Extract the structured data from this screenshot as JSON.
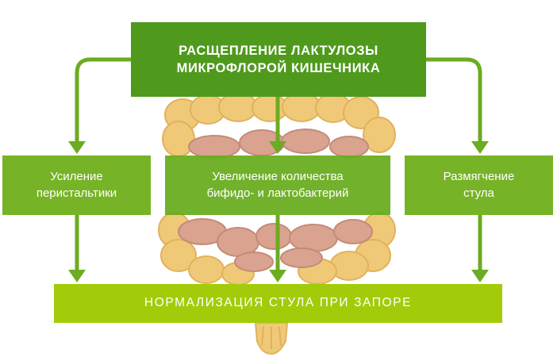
{
  "diagram": {
    "top_box": "РАСЩЕПЛЕНИЕ ЛАКТУЛОЗЫ\nМИКРОФЛОРОЙ КИШЕЧНИКА",
    "left_box": "Усиление\nперистальтики",
    "middle_box": "Увеличение количества\nбифидо- и лактобактерий",
    "right_box": "Размягчение\nстула",
    "bottom_box": "НОРМАЛИЗАЦИЯ СТУЛА ПРИ ЗАПОРЕ"
  },
  "colors": {
    "top_box": "#4f9a1c",
    "side_boxes": "#77b326",
    "bottom_box": "#a2cc0a",
    "arrows": "#6cab22",
    "intestine_large": "#f0c978",
    "intestine_small": "#d9a390"
  }
}
